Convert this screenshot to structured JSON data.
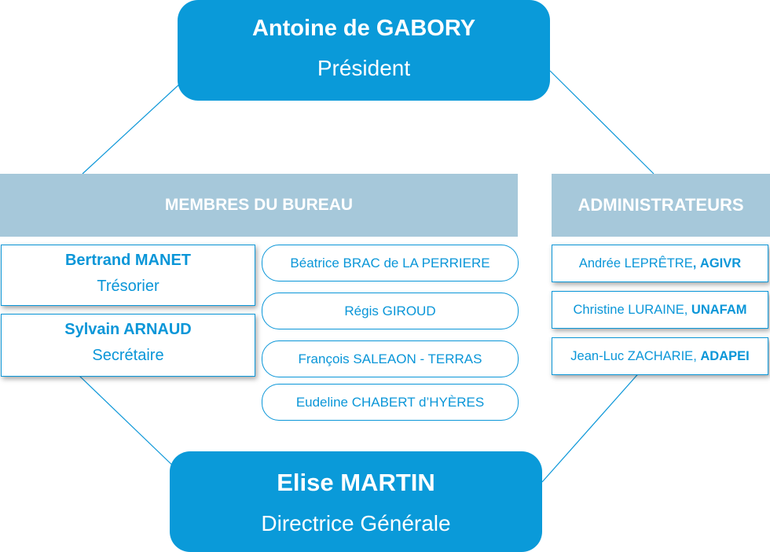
{
  "president": {
    "name": "Antoine de GABORY",
    "role": "Président"
  },
  "bureau": {
    "header": "MEMBRES DU BUREAU",
    "officers": [
      {
        "name": "Bertrand MANET",
        "role": "Trésorier"
      },
      {
        "name": "Sylvain ARNAUD",
        "role": "Secrétaire"
      }
    ],
    "members": [
      "Béatrice BRAC de LA PERRIERE",
      "Régis GIROUD",
      "François SALEAON - TERRAS",
      "Eudeline CHABERT d’HYÈRES"
    ]
  },
  "administrators": {
    "header": "ADMINISTRATEURS",
    "items": [
      {
        "name": "Andrée LEPRÊTRE",
        "separator": ", ",
        "org": "AGIVR"
      },
      {
        "name": "Christine LURAINE",
        "separator": ", ",
        "org": "UNAFAM"
      },
      {
        "name": "Jean-Luc ZACHARIE",
        "separator": ", ",
        "org": "ADAPEI"
      }
    ]
  },
  "director": {
    "name": "Elise MARTIN",
    "role": "Directrice Générale"
  },
  "colors": {
    "primary": "#0a9ad9",
    "header": "#a6c8da",
    "text_on_white": "#0a96d8"
  }
}
